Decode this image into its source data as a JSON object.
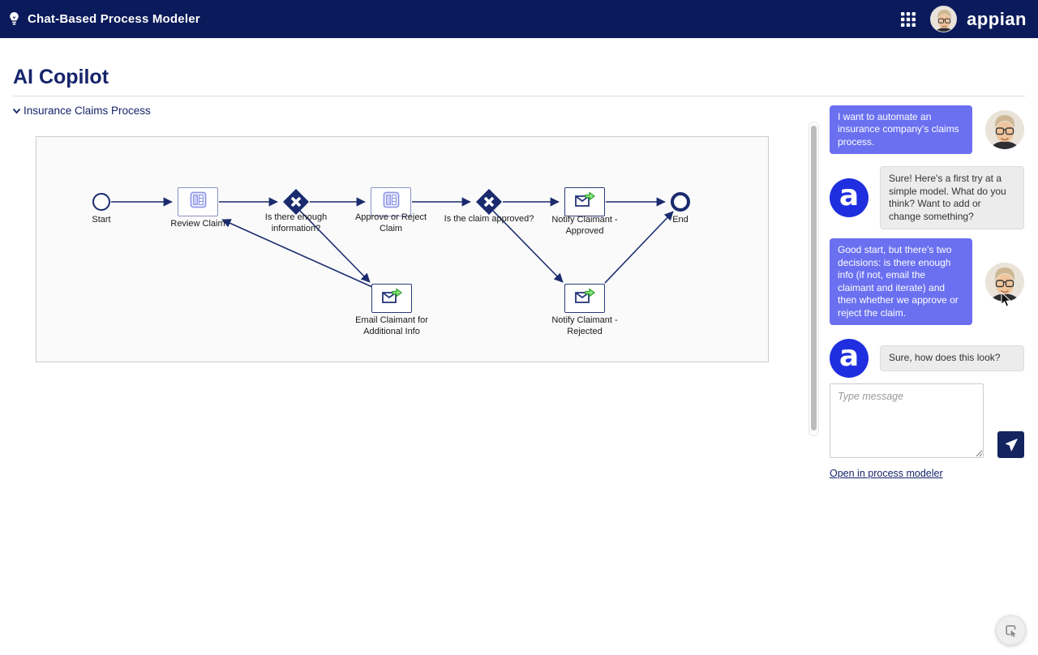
{
  "header": {
    "title": "Chat-Based Process Modeler",
    "logo_text": "appian",
    "icons": {
      "left": "lightbulb-icon",
      "right": "grid-icon"
    }
  },
  "main": {
    "page_title": "AI Copilot",
    "section_title": "Insurance Claims Process"
  },
  "diagram": {
    "nodes": {
      "start": {
        "type": "start-event",
        "label": "Start"
      },
      "review_claim": {
        "type": "user-task",
        "icon": "form-icon",
        "label": "Review Claim"
      },
      "gateway_enough_info": {
        "type": "exclusive-gateway",
        "icon": "x-gateway-icon",
        "label": "Is there enough information?"
      },
      "approve_or_reject_claim": {
        "type": "user-task",
        "icon": "form-icon",
        "label": "Approve or Reject Claim"
      },
      "gateway_claim_approved": {
        "type": "exclusive-gateway",
        "icon": "x-gateway-icon",
        "label": "Is the claim approved?"
      },
      "notify_claimant_approved": {
        "type": "send-email-task",
        "icon": "send-email-icon",
        "label": "Notify Claimant - Approved"
      },
      "end": {
        "type": "end-event",
        "label": "End"
      },
      "email_claimant": {
        "type": "send-email-task",
        "icon": "send-email-icon",
        "label": "Email Claimant for Additional Info"
      },
      "notify_claimant_rejected": {
        "type": "send-email-task",
        "icon": "send-email-icon",
        "label": "Notify Claimant - Rejected"
      }
    },
    "edges": [
      {
        "from": "start",
        "to": "review_claim"
      },
      {
        "from": "review_claim",
        "to": "gateway_enough_info"
      },
      {
        "from": "gateway_enough_info",
        "to": "approve_or_reject_claim"
      },
      {
        "from": "gateway_enough_info",
        "to": "email_claimant"
      },
      {
        "from": "email_claimant",
        "to": "review_claim"
      },
      {
        "from": "approve_or_reject_claim",
        "to": "gateway_claim_approved"
      },
      {
        "from": "gateway_claim_approved",
        "to": "notify_claimant_approved"
      },
      {
        "from": "gateway_claim_approved",
        "to": "notify_claimant_rejected"
      },
      {
        "from": "notify_claimant_approved",
        "to": "end"
      },
      {
        "from": "notify_claimant_rejected",
        "to": "end"
      }
    ]
  },
  "chat": {
    "assistant_avatar_letter": "a",
    "messages": [
      {
        "role": "user",
        "text": "I want to automate an insurance company's claims process."
      },
      {
        "role": "assistant",
        "text": "Sure! Here's a first try at a simple model. What do you think? Want to add or change something?"
      },
      {
        "role": "user",
        "text": "Good start, but there's two decisions: is there enough info (if not, email the claimant and iterate) and then whether we approve or reject the claim."
      },
      {
        "role": "assistant",
        "text": "Sure, how does this look?"
      }
    ],
    "input_placeholder": "Type message",
    "send_icon": "paper-plane-icon",
    "open_link_label": "Open in process modeler"
  },
  "floating": {
    "feedback_icon": "element-selector-icon",
    "cursor_icon": "mouse-pointer-icon"
  },
  "colors": {
    "header_bg": "#0b1a5a",
    "navy_text": "#16246b",
    "flow_navy": "#1b2b6e",
    "user_bubble": "#6a70f0",
    "assistant_bubble": "#ececec",
    "appian_blue": "#1f2fe0",
    "email_arrow_green": "#8ce87e",
    "task_icon_periwinkle": "#8e99ea"
  }
}
